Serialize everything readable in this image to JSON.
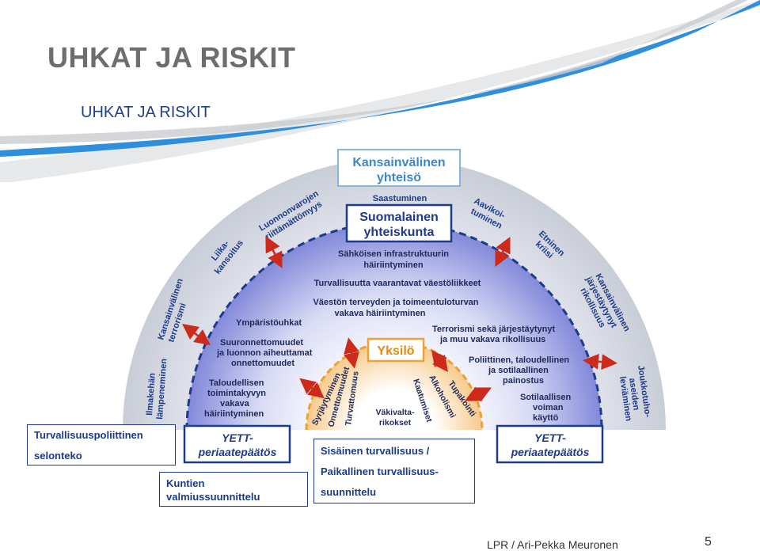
{
  "slide": {
    "title": "UHKAT JA RISKIT",
    "subtitle": "UHKAT JA RISKIT",
    "footer": "LPR / Ari-Pekka Meuronen",
    "page_number": "5"
  },
  "colors": {
    "accent_blue": "#1e88e5",
    "title_gray": "#6d6d6d",
    "navy": "#1e3a8a",
    "arrow_red": "#cc2a1a"
  },
  "diagram": {
    "level_outer": "Kansainvälinen yhteisö",
    "level_outer_line1": "Kansainvälinen",
    "level_outer_line2": "yhteisö",
    "level_middle_line1": "Suomalainen",
    "level_middle_line2": "yhteiskunta",
    "level_inner": "Yksilö",
    "outer_threats": {
      "saastuminen": "Saastuminen",
      "luonnonvarojen_1": "Luonnonvarojen",
      "luonnonvarojen_2": "riittämättömyys",
      "likakansoitus_1": "Liika-",
      "likakansoitus_2": "kansoitus",
      "terrorismi_1": "Kansainvälinen",
      "terrorismi_2": "terrorismi",
      "ilmasto_1": "Ilmakehän",
      "ilmasto_2": "lämpeneminen",
      "aavikoituminen_1": "Aavikoi-",
      "aavikoituminen_2": "tuminen",
      "etninen_1": "Etninen",
      "etninen_2": "kriisi",
      "rikollisuus_1": "Kansainvälinen",
      "rikollisuus_2": "järjestäytynyt",
      "rikollisuus_3": "rikollisuus",
      "joukkotuho_1": "Joukkotuho-",
      "joukkotuho_2": "aseiden",
      "joukkotuho_3": "leviäminen"
    },
    "middle_threats": {
      "sahko_1": "Sähköisen infrastruktuurin",
      "sahko_2": "häiriintyminen",
      "vaesto": "Turvallisuutta vaarantavat väestöliikkeet",
      "terveys_1": "Väestön terveyden ja toimeentuloturvan",
      "terveys_2": "vakava häiriintyminen",
      "ymparisto": "Ympäristöuhkat",
      "suuronnettomuudet_1": "Suuronnettomuudet",
      "suuronnettomuudet_2": "ja luonnon aiheuttamat",
      "suuronnettomuudet_3": "onnettomuudet",
      "terrorismi_1": "Terrorismi sekä järjestäytynyt",
      "terrorismi_2": "ja muu vakava rikollisuus",
      "taloudellinen_1": "Taloudellisen",
      "taloudellinen_2": "toimintakyvyn",
      "taloudellinen_3": "vakava",
      "taloudellinen_4": "häiriintyminen",
      "poliittinen_1": "Poliittinen, taloudellinen",
      "poliittinen_2": "ja sotilaallinen",
      "poliittinen_3": "painostus",
      "sotilaallinen_1": "Sotilaallisen",
      "sotilaallinen_2": "voiman",
      "sotilaallinen_3": "käyttö"
    },
    "inner_threats": {
      "syrjaytyminen": "Syrjäytyminen",
      "onnettomuudet": "Onnettomuudet",
      "turvattomuus": "Turvattomuus",
      "vakivalta_1": "Väkivalta-",
      "vakivalta_2": "rikokset",
      "kaatumiset": "Kaatumiset",
      "alkoholismi": "Alkoholismi",
      "tupakointi": "Tupakointi"
    },
    "yett_1": "YETT-",
    "yett_2": "periaatepäätös"
  },
  "labels": {
    "selonteko_1": "Turvallisuuspoliittinen",
    "selonteko_2": "selonteko",
    "kuntien_1": "Kuntien",
    "kuntien_2": "valmiussuunnittelu",
    "sisainen_1": "Sisäinen turvallisuus /",
    "sisainen_2": "Paikallinen turvallisuus-",
    "sisainen_3": "suunnittelu"
  }
}
